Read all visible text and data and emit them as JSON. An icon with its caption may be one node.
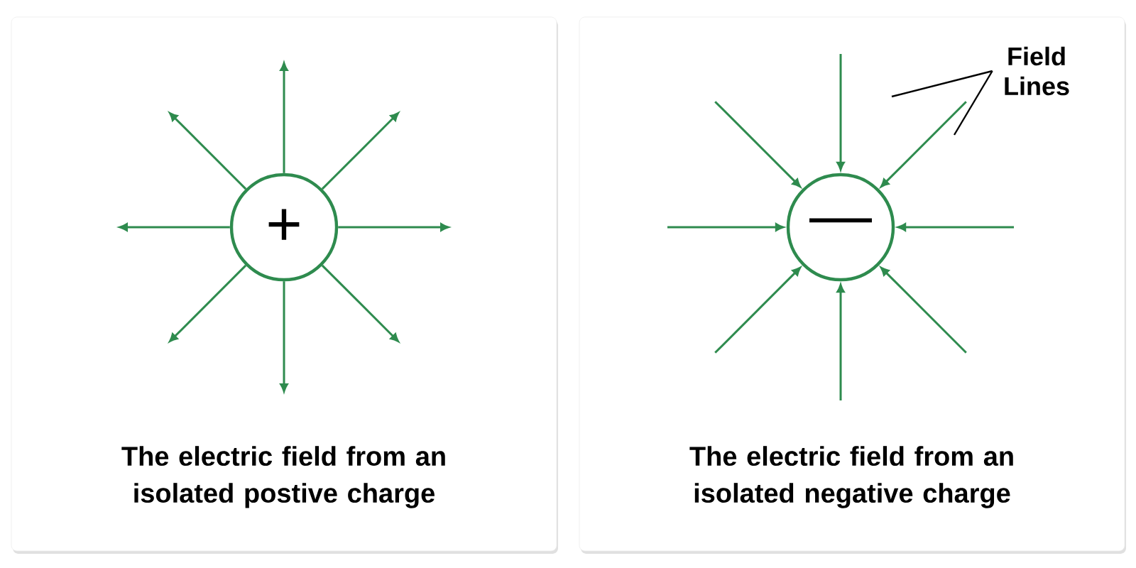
{
  "diagram": {
    "nodes": [
      {
        "text": [
          "The electric field from an isolated postive charge"
        ]
      },
      {
        "text": [
          "+"
        ],
        "in": 0
      },
      {
        "text": [
          "The electric field from an isolated negative charge"
        ]
      },
      {
        "text": [
          "—"
        ],
        "in": 2
      },
      {
        "text": [
          "Field Lines"
        ],
        "in": 2
      }
    ],
    "edges": [
      {
        "from": 1,
        "to": null,
        "arrow": "to"
      },
      {
        "from": 1,
        "to": null,
        "arrow": "to"
      },
      {
        "from": 1,
        "to": null,
        "arrow": "to"
      },
      {
        "from": 1,
        "to": null,
        "arrow": "to"
      },
      {
        "from": 1,
        "to": null,
        "arrow": "to"
      },
      {
        "from": 1,
        "to": null,
        "arrow": "to"
      },
      {
        "from": 1,
        "to": null,
        "arrow": "to"
      },
      {
        "from": 1,
        "to": null,
        "arrow": "to"
      },
      {
        "from": null,
        "to": 3,
        "arrow": "to"
      },
      {
        "from": null,
        "to": 3,
        "arrow": "to"
      },
      {
        "from": null,
        "to": 3,
        "arrow": "to"
      },
      {
        "from": null,
        "to": 3,
        "arrow": "to"
      },
      {
        "from": null,
        "to": 3,
        "arrow": "to"
      },
      {
        "from": null,
        "to": 3,
        "arrow": "to"
      },
      {
        "from": null,
        "to": 3,
        "arrow": "to"
      },
      {
        "from": null,
        "to": 3,
        "arrow": "to"
      },
      {
        "from": 4,
        "to": null,
        "arrow": "none",
        "color": "#000000"
      },
      {
        "from": 4,
        "to": null,
        "arrow": "none",
        "color": "#000000"
      }
    ]
  }
}
